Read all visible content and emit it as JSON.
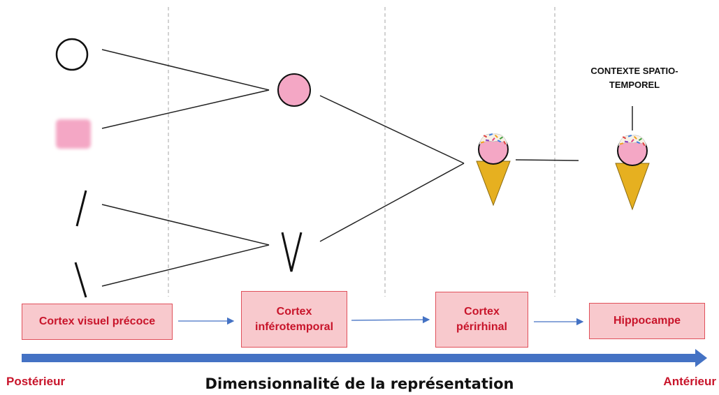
{
  "stages": [
    {
      "label": "Cortex visuel précoce"
    },
    {
      "label": "Cortex inférotemporal"
    },
    {
      "label": "Cortex périrhinal"
    },
    {
      "label": "Hippocampe"
    }
  ],
  "context_label": "CONTEXTE SPATIO-TEMPOREL",
  "axis": {
    "title": "Dimensionnalité de la représentation",
    "left_label": "Postérieur",
    "right_label": "Antérieur"
  },
  "colors": {
    "box_fill": "#f8c9cd",
    "box_border": "#e0505a",
    "box_text": "#c8142a",
    "axis_arrow": "#4472c4",
    "pink": "#f4a7c5",
    "cone": "#e6b020"
  }
}
